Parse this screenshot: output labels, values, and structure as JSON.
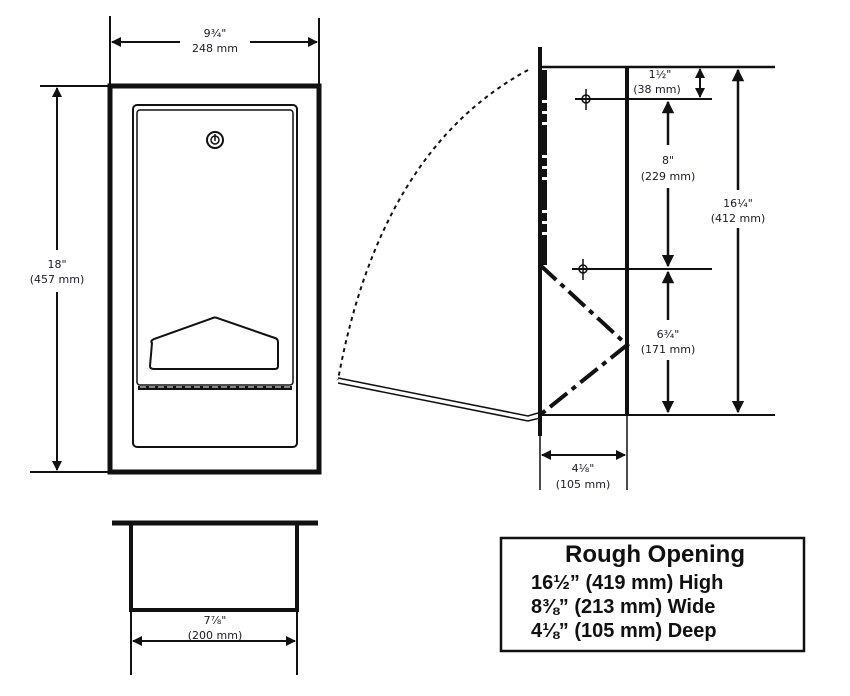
{
  "front_view": {
    "width_in": "9¾\"",
    "width_mm": "248 mm",
    "height_in": "18\"",
    "height_mm": "(457 mm)"
  },
  "bottom_view": {
    "width_in": "7⅞\"",
    "width_mm": "(200 mm)"
  },
  "side_view": {
    "top_offset_in": "1½\"",
    "top_offset_mm": "(38 mm)",
    "screw_spacing_in": "8\"",
    "screw_spacing_mm": "(229 mm)",
    "lower_offset_in": "6¾\"",
    "lower_offset_mm": "(171 mm)",
    "total_height_in": "16¼\"",
    "total_height_mm": "(412 mm)",
    "depth_in": "4⅛\"",
    "depth_mm": "(105 mm)"
  },
  "rough_opening": {
    "title": "Rough Opening",
    "lines": [
      "16½” (419 mm) High",
      "8⅜” (213 mm) Wide",
      "4⅛” (105 mm) Deep"
    ]
  }
}
